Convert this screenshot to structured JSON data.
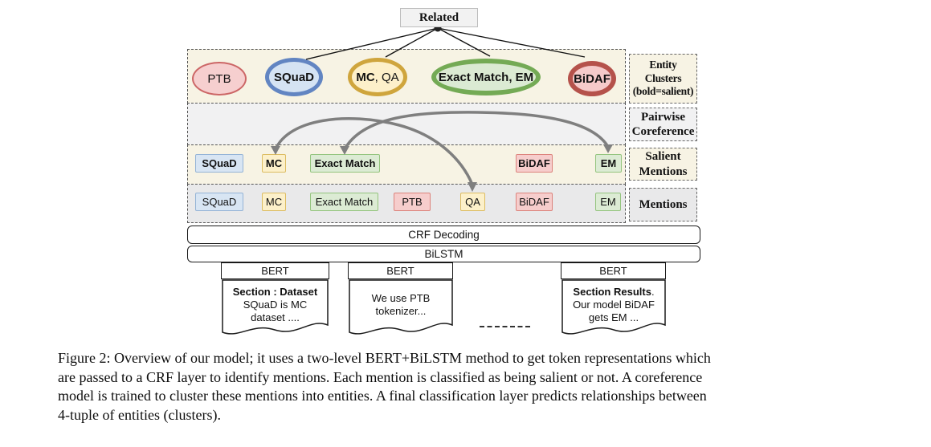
{
  "diagram": {
    "related": "Related",
    "entity_clusters": {
      "label": "Entity\nClusters\n(bold=salient)",
      "items": [
        {
          "bold": "",
          "rest": "PTB"
        },
        {
          "bold": "SQuaD",
          "rest": ""
        },
        {
          "bold": "MC",
          "rest": ", QA"
        },
        {
          "bold": "Exact Match, EM",
          "rest": ""
        },
        {
          "bold": "BiDAF",
          "rest": ""
        }
      ]
    },
    "pairwise": {
      "label": "Pairwise\nCoreference"
    },
    "salient": {
      "label": "Salient\nMentions",
      "items": [
        "SQuaD",
        "MC",
        "Exact Match",
        "BiDAF",
        "EM"
      ]
    },
    "mentions": {
      "label": "Mentions",
      "items": [
        "SQuaD",
        "MC",
        "Exact Match",
        "PTB",
        "QA",
        "BiDAF",
        "EM"
      ]
    },
    "layers": {
      "crf": "CRF Decoding",
      "bilstm": "BiLSTM",
      "bert": "BERT"
    },
    "documents": [
      {
        "title": "Section : Dataset",
        "body": "SQuaD is MC\ndataset ...."
      },
      {
        "title": "",
        "body": "We use PTB\ntokenizer..."
      },
      {
        "title": "Section Results",
        "title_suffix": ".",
        "body": "Our model BiDAF\ngets EM ..."
      }
    ]
  },
  "caption": {
    "text": "Figure 2: Overview of our model; it uses a two-level BERT+BiLSTM method to get token representations which\nare passed to a CRF layer to identify mentions. Each mention is classified as being salient or not. A coreference\nmodel is trained to cluster these mentions into entities. A final classification layer predicts relationships between\n4-tuple of entities (clusters)."
  },
  "colors": {
    "cream_band": "#f7f3e4",
    "gray_band_light": "#f1f1f2",
    "gray_band_dark": "#e9e9ea",
    "blue_fill": "#d8e5f3",
    "blue_border": "#94b3d6",
    "yellow_fill": "#fcf0ca",
    "yellow_border": "#dcbc61",
    "green_fill": "#dcebd4",
    "green_border": "#94c47e",
    "red_fill": "#f6cdcc",
    "red_border": "#dc837c",
    "ptb_ellipse_border": "#cc6666",
    "squad_ellipse_border": "#6285c2",
    "mcqa_ellipse_border": "#cfa53d",
    "exact_ellipse_border": "#74aa55",
    "bidaf_ellipse_border": "#b5524b",
    "coreference_arc": "#7f7f7f"
  }
}
